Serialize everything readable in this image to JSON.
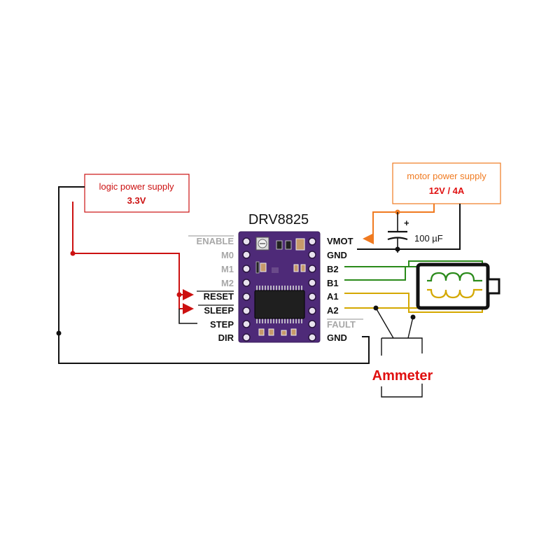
{
  "chip": {
    "name": "DRV8825"
  },
  "logic_supply": {
    "label": "logic power supply",
    "voltage": "3.3V"
  },
  "motor_supply": {
    "label": "motor power supply",
    "rating": "12V / 4A"
  },
  "capacitor": {
    "value": "100 µF",
    "polarity": "+"
  },
  "left_pins": [
    "ENABLE",
    "M0",
    "M1",
    "M2",
    "RESET",
    "SLEEP",
    "STEP",
    "DIR"
  ],
  "right_pins": [
    "VMOT",
    "GND",
    "B2",
    "B1",
    "A1",
    "A2",
    "FAULT",
    "GND"
  ],
  "meter": {
    "label": "Ammeter"
  },
  "colors": {
    "logic": "#cc1111",
    "motor": "#f07a20",
    "coil_b": "#2a8a1a",
    "coil_a": "#d4a800",
    "board": "#4e2a78",
    "ground": "#111111"
  }
}
